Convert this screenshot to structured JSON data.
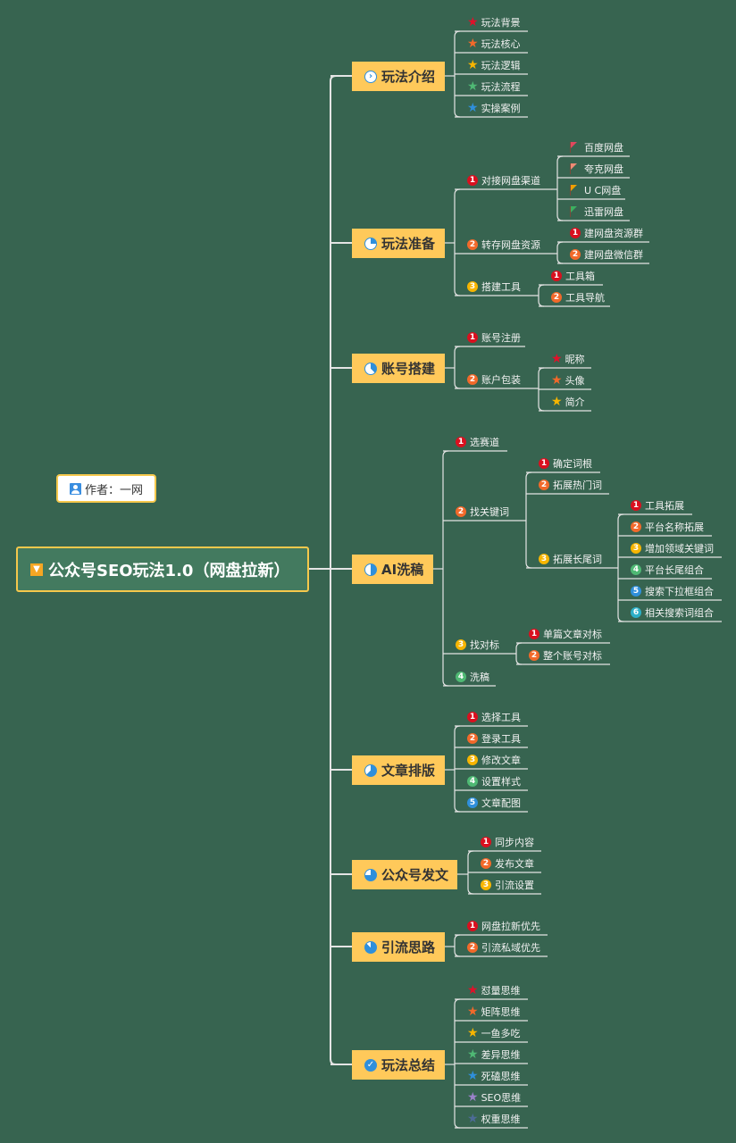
{
  "root": {
    "title": "公众号SEO玩法1.0（网盘拉新）",
    "icon": "trophy-icon"
  },
  "author": {
    "label": "作者：一网",
    "icon": "user-icon"
  },
  "colors": {
    "background": "#376450",
    "topic": "#ffc95a",
    "border": "#f5c84c",
    "line": "#e8e8e8"
  },
  "branches": [
    {
      "label": "玩法介绍",
      "icon": "chevron",
      "children": [
        {
          "label": "玩法背景",
          "star": "#e0112a"
        },
        {
          "label": "玩法核心",
          "star": "#f2692a"
        },
        {
          "label": "玩法逻辑",
          "star": "#f7b500"
        },
        {
          "label": "玩法流程",
          "star": "#4fb974"
        },
        {
          "label": "实操案例",
          "star": "#2f8fdb"
        }
      ]
    },
    {
      "label": "玩法准备",
      "icon": "pie",
      "progress": 0.25,
      "children": [
        {
          "label": "对接网盘渠道",
          "num": "1",
          "color": "#d9101f",
          "children": [
            {
              "label": "百度网盘",
              "flag": "#e0485e"
            },
            {
              "label": "夸克网盘",
              "flag": "#f08a74"
            },
            {
              "label": "U C网盘",
              "flag": "#f0a000"
            },
            {
              "label": "迅雷网盘",
              "flag": "#3cb060"
            }
          ]
        },
        {
          "label": "转存网盘资源",
          "num": "2",
          "color": "#f2692a",
          "children": [
            {
              "label": "建网盘资源群",
              "num": "1",
              "color": "#d9101f"
            },
            {
              "label": "建网盘微信群",
              "num": "2",
              "color": "#f2692a"
            }
          ]
        },
        {
          "label": "搭建工具",
          "num": "3",
          "color": "#f7b500",
          "children": [
            {
              "label": "工具箱",
              "num": "1",
              "color": "#d9101f"
            },
            {
              "label": "工具导航",
              "num": "2",
              "color": "#f2692a"
            }
          ]
        }
      ]
    },
    {
      "label": "账号搭建",
      "icon": "pie",
      "progress": 0.375,
      "children": [
        {
          "label": "账号注册",
          "num": "1",
          "color": "#d9101f"
        },
        {
          "label": "账户包装",
          "num": "2",
          "color": "#f2692a",
          "children": [
            {
              "label": "昵称",
              "star": "#e0112a"
            },
            {
              "label": "头像",
              "star": "#f2692a"
            },
            {
              "label": "简介",
              "star": "#f7b500"
            }
          ]
        }
      ]
    },
    {
      "label": "AI洗稿",
      "icon": "pie",
      "progress": 0.5,
      "children": [
        {
          "label": "选赛道",
          "num": "1",
          "color": "#d9101f"
        },
        {
          "label": "找关键词",
          "num": "2",
          "color": "#f2692a",
          "children": [
            {
              "label": "确定词根",
              "num": "1",
              "color": "#d9101f"
            },
            {
              "label": "拓展热门词",
              "num": "2",
              "color": "#f2692a"
            },
            {
              "label": "拓展长尾词",
              "num": "3",
              "color": "#f7b500",
              "children": [
                {
                  "label": "工具拓展",
                  "num": "1",
                  "color": "#d9101f"
                },
                {
                  "label": "平台名称拓展",
                  "num": "2",
                  "color": "#f2692a"
                },
                {
                  "label": "增加领域关键词",
                  "num": "3",
                  "color": "#f7b500"
                },
                {
                  "label": "平台长尾组合",
                  "num": "4",
                  "color": "#4fb974"
                },
                {
                  "label": "搜索下拉框组合",
                  "num": "5",
                  "color": "#2f8fdb"
                },
                {
                  "label": "相关搜索词组合",
                  "num": "6",
                  "color": "#2cb0c8"
                }
              ]
            }
          ]
        },
        {
          "label": "找对标",
          "num": "3",
          "color": "#f7b500",
          "children": [
            {
              "label": "单篇文章对标",
              "num": "1",
              "color": "#d9101f"
            },
            {
              "label": "整个账号对标",
              "num": "2",
              "color": "#f2692a"
            }
          ]
        },
        {
          "label": "洗稿",
          "num": "4",
          "color": "#4fb974"
        }
      ]
    },
    {
      "label": "文章排版",
      "icon": "pie",
      "progress": 0.625,
      "children": [
        {
          "label": "选择工具",
          "num": "1",
          "color": "#d9101f"
        },
        {
          "label": "登录工具",
          "num": "2",
          "color": "#f2692a"
        },
        {
          "label": "修改文章",
          "num": "3",
          "color": "#f7b500"
        },
        {
          "label": "设置样式",
          "num": "4",
          "color": "#4fb974"
        },
        {
          "label": "文章配图",
          "num": "5",
          "color": "#2f8fdb"
        }
      ]
    },
    {
      "label": "公众号发文",
      "icon": "pie",
      "progress": 0.75,
      "children": [
        {
          "label": "同步内容",
          "num": "1",
          "color": "#d9101f"
        },
        {
          "label": "发布文章",
          "num": "2",
          "color": "#f2692a"
        },
        {
          "label": "引流设置",
          "num": "3",
          "color": "#f7b500"
        }
      ]
    },
    {
      "label": "引流思路",
      "icon": "pie",
      "progress": 0.875,
      "children": [
        {
          "label": "网盘拉新优先",
          "num": "1",
          "color": "#d9101f"
        },
        {
          "label": "引流私域优先",
          "num": "2",
          "color": "#f2692a"
        }
      ]
    },
    {
      "label": "玩法总结",
      "icon": "check",
      "children": [
        {
          "label": "怼量思维",
          "star": "#e0112a"
        },
        {
          "label": "矩阵思维",
          "star": "#f2692a"
        },
        {
          "label": "一鱼多吃",
          "star": "#f7b500"
        },
        {
          "label": "差异思维",
          "star": "#4fb974"
        },
        {
          "label": "死磕思维",
          "star": "#2f8fdb"
        },
        {
          "label": "SEO思维",
          "star": "#9b82c9"
        },
        {
          "label": "权重思维",
          "star": "#4d6b96"
        }
      ]
    }
  ]
}
